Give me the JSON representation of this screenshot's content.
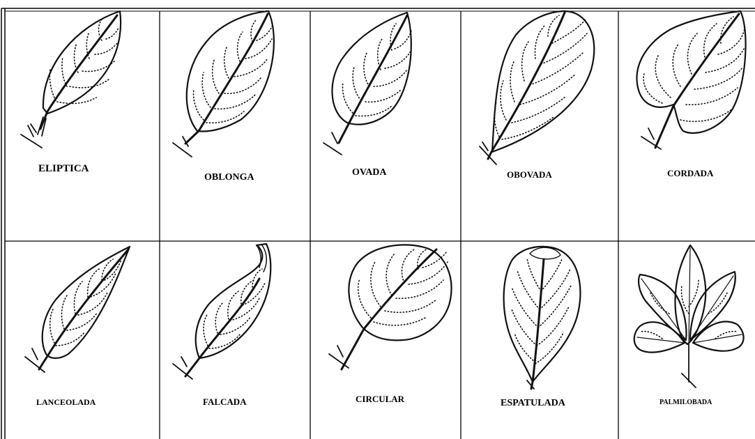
{
  "shapes": [
    {
      "label": "ELIPTICA"
    },
    {
      "label": "OBLONGA"
    },
    {
      "label": "OVADA"
    },
    {
      "label": "OBOVADA"
    },
    {
      "label": "CORDADA"
    },
    {
      "label": "LANCEOLADA"
    },
    {
      "label": "FALCADA"
    },
    {
      "label": "CIRCULAR"
    },
    {
      "label": "ESPATULADA"
    },
    {
      "label": "PALMILOBADA"
    }
  ]
}
